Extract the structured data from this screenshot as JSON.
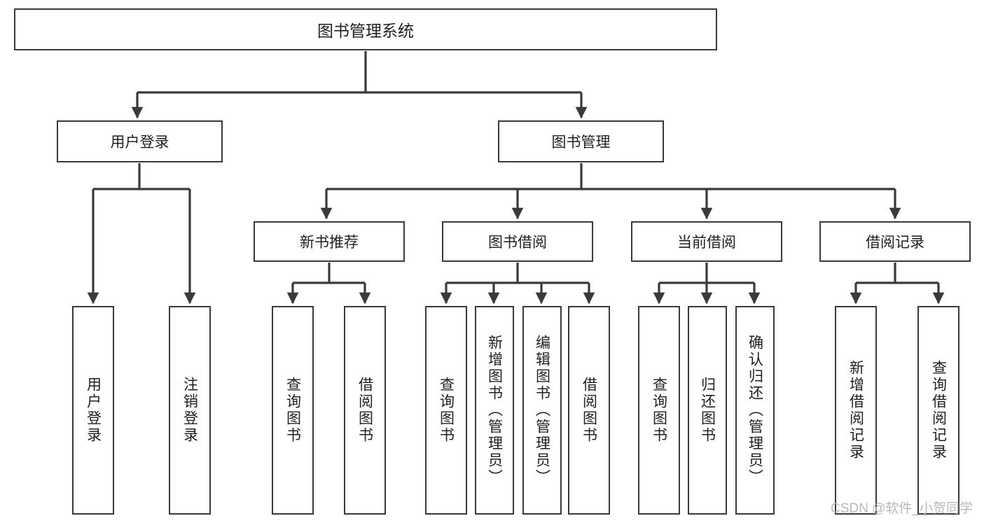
{
  "diagram": {
    "title": "图书管理系统",
    "type": "tree",
    "root": {
      "id": "root",
      "label": "图书管理系统"
    },
    "level2": [
      {
        "id": "user-login",
        "label": "用户登录"
      },
      {
        "id": "book-management",
        "label": "图书管理"
      }
    ],
    "level3": [
      {
        "id": "new-book-recommend",
        "label": "新书推荐",
        "parent": "book-management"
      },
      {
        "id": "book-borrow",
        "label": "图书借阅",
        "parent": "book-management"
      },
      {
        "id": "current-borrow",
        "label": "当前借阅",
        "parent": "book-management"
      },
      {
        "id": "borrow-record",
        "label": "借阅记录",
        "parent": "book-management"
      }
    ],
    "leaves": [
      {
        "id": "leaf-user-login",
        "label": "用户登录",
        "parent": "user-login"
      },
      {
        "id": "leaf-logout-login",
        "label": "注销登录",
        "parent": "user-login"
      },
      {
        "id": "leaf-query-book-1",
        "label": "查询图书",
        "parent": "new-book-recommend"
      },
      {
        "id": "leaf-borrow-book-1",
        "label": "借阅图书",
        "parent": "new-book-recommend"
      },
      {
        "id": "leaf-query-book-2",
        "label": "查询图书",
        "parent": "book-borrow"
      },
      {
        "id": "leaf-add-book",
        "label": "新增图书（管理员）",
        "parent": "book-borrow"
      },
      {
        "id": "leaf-edit-book",
        "label": "编辑图书（管理员）",
        "parent": "book-borrow"
      },
      {
        "id": "leaf-borrow-book-2",
        "label": "借阅图书",
        "parent": "book-borrow"
      },
      {
        "id": "leaf-query-book-3",
        "label": "查询图书",
        "parent": "current-borrow"
      },
      {
        "id": "leaf-return-book",
        "label": "归还图书",
        "parent": "current-borrow"
      },
      {
        "id": "leaf-confirm-return",
        "label": "确认归还（管理员）",
        "parent": "current-borrow"
      },
      {
        "id": "leaf-add-record",
        "label": "新增借阅记录",
        "parent": "borrow-record"
      },
      {
        "id": "leaf-query-record",
        "label": "查询借阅记录",
        "parent": "borrow-record"
      }
    ]
  },
  "watermark": {
    "text": "CSDN @软件_小贺同学"
  },
  "colors": {
    "stroke": "#3a3a3a",
    "background": "#ffffff",
    "text": "#1f1f1f",
    "watermark": "#b9b9b9"
  }
}
